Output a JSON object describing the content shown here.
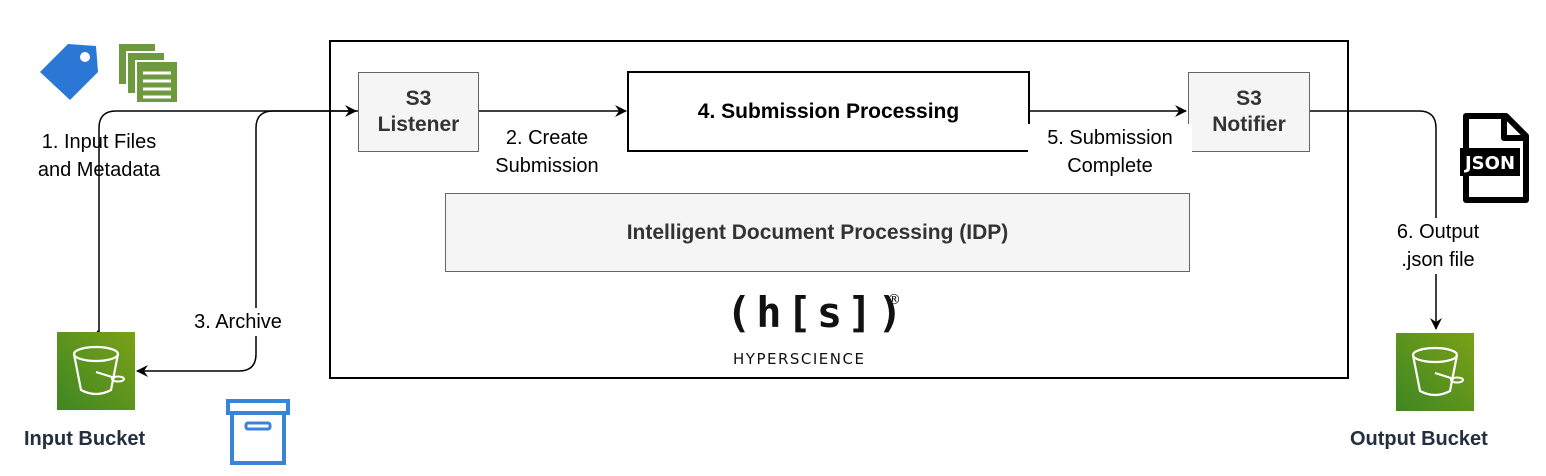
{
  "nodes": {
    "s3_listener": {
      "line1": "S3",
      "line2": "Listener"
    },
    "submission_processing": "4. Submission Processing",
    "s3_notifier": {
      "line1": "S3",
      "line2": "Notifier"
    },
    "idp": "Intelligent Document Processing (IDP)"
  },
  "edges": {
    "input": {
      "line1": "1. Input Files",
      "line2": "and Metadata"
    },
    "create": {
      "line1": "2. Create",
      "line2": "Submission"
    },
    "archive": "3. Archive",
    "complete": {
      "line1": "5. Submission",
      "line2": "Complete"
    },
    "output": {
      "line1": "6. Output",
      "line2": ".json file"
    }
  },
  "buckets": {
    "input": "Input Bucket",
    "output": "Output Bucket"
  },
  "logo": {
    "mark": "(h[s])",
    "registered": "®",
    "wordmark": "HYPERSCIENCE"
  },
  "icons": {
    "tag": "tag-icon",
    "documents": "documents-icon",
    "archive_box": "archive-box-icon",
    "json_file": "json-file-icon",
    "bucket": "s3-bucket-icon",
    "json_label": "JSON"
  },
  "colors": {
    "bucket_green_top": "#7aa116",
    "bucket_green_bottom": "#3f8624",
    "tag_blue": "#2a77d6",
    "docs_green": "#6d9a3e",
    "archive_blue": "#3a84d8",
    "node_fill": "#f5f5f5",
    "node_border": "#666666",
    "label_dark": "#232f3e"
  }
}
